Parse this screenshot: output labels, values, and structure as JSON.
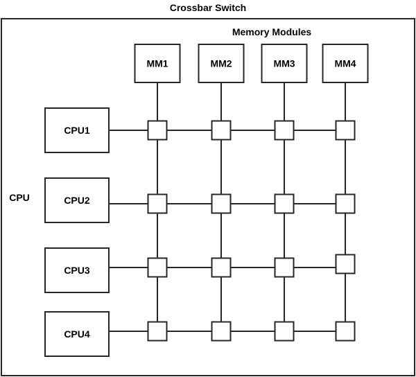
{
  "title": "Crossbar Switch",
  "memory_group_label": "Memory Modules",
  "cpu_group_label": "CPU",
  "memory_modules": [
    {
      "label": "MM1"
    },
    {
      "label": "MM2"
    },
    {
      "label": "MM3"
    },
    {
      "label": "MM4"
    }
  ],
  "cpus": [
    {
      "label": "CPU1"
    },
    {
      "label": "CPU2"
    },
    {
      "label": "CPU3"
    },
    {
      "label": "CPU4"
    }
  ],
  "crosspoints": {
    "rows": 4,
    "cols": 4
  },
  "colors": {
    "stroke": "#262626",
    "background": "#ffffff",
    "text": "#000000"
  }
}
